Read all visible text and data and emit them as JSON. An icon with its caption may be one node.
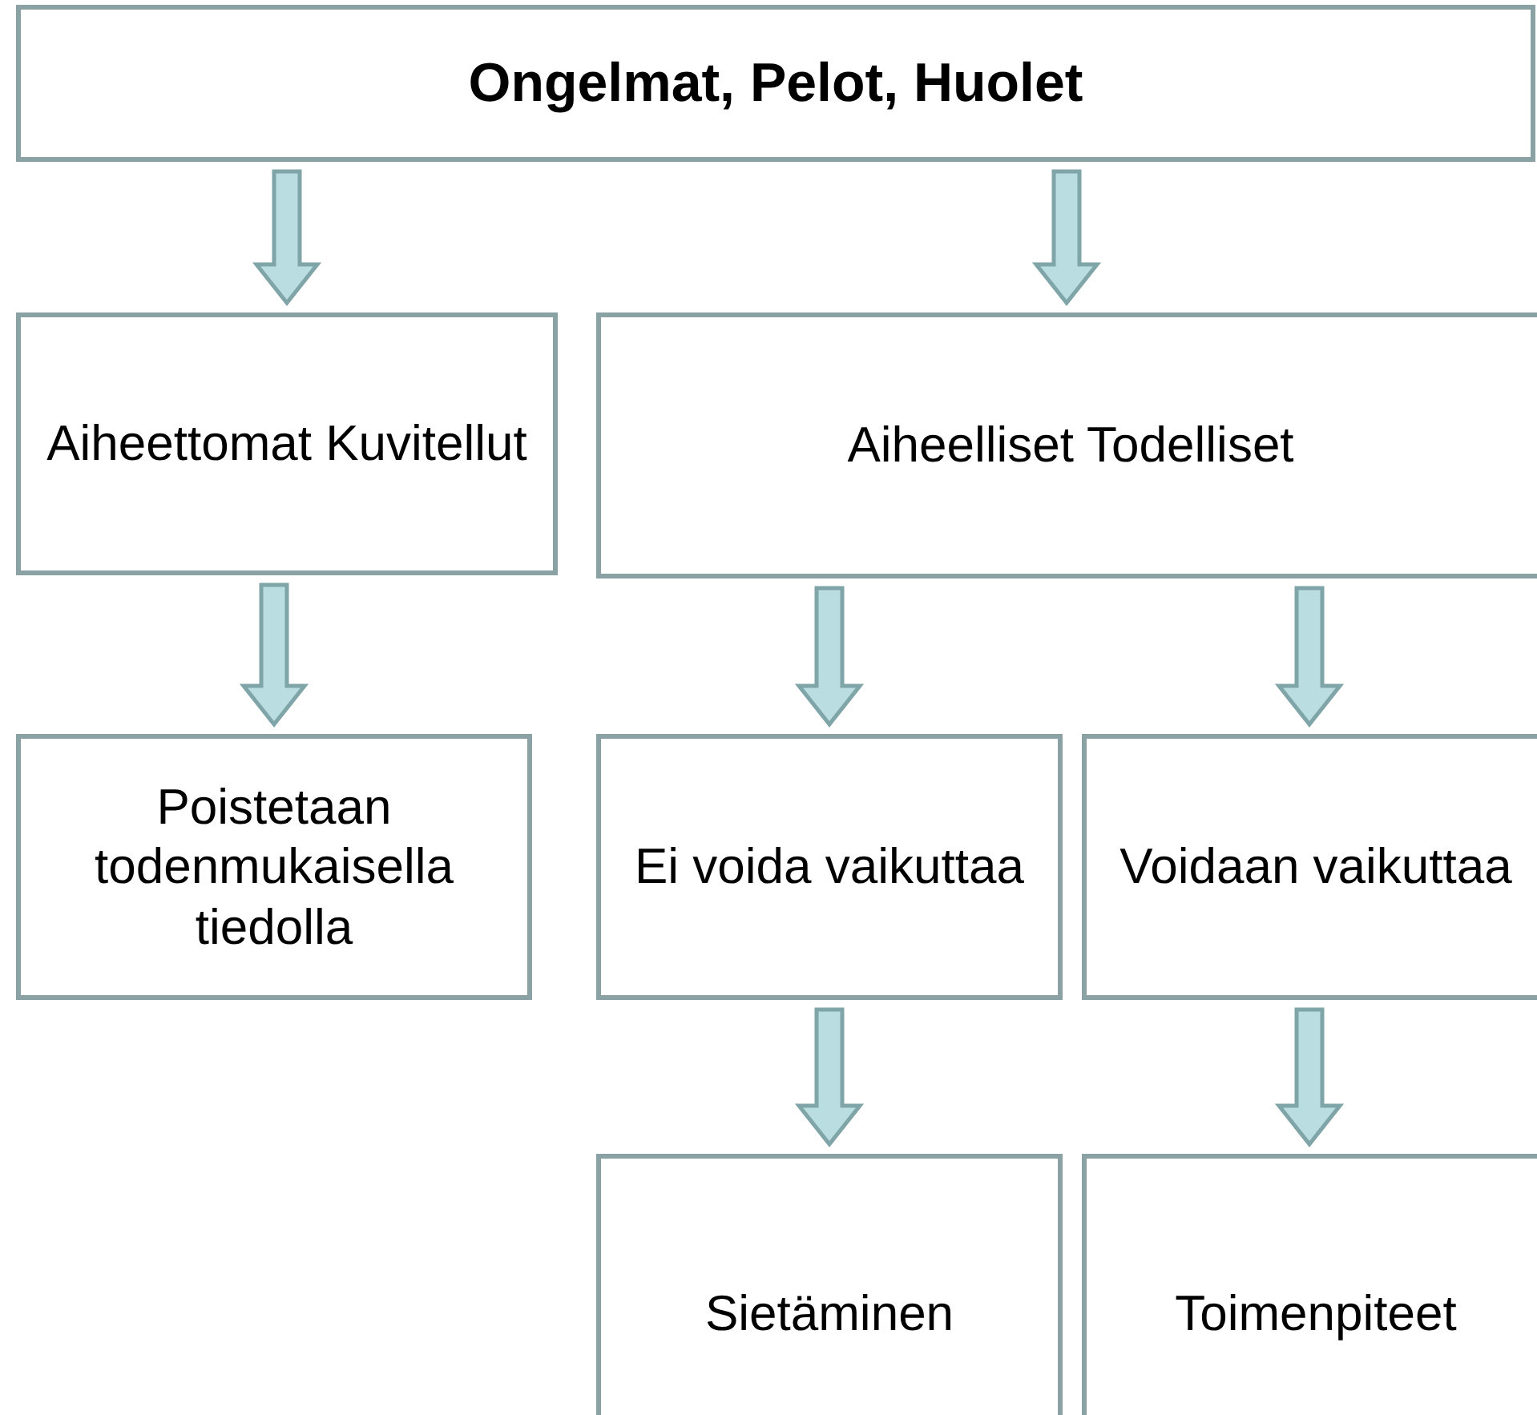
{
  "diagram": {
    "nodes": [
      {
        "text": [
          "Ongelmat, Pelot, Huolet"
        ]
      },
      {
        "text": [
          "Aiheettomat Kuvitellut"
        ]
      },
      {
        "text": [
          "Aiheelliset Todelliset"
        ]
      },
      {
        "text": [
          "Poistetaan todenmukaisella tiedolla"
        ]
      },
      {
        "text": [
          "Ei voida vaikuttaa"
        ]
      },
      {
        "text": [
          "Voidaan vaikuttaa"
        ]
      },
      {
        "text": [
          "Sietäminen"
        ]
      },
      {
        "text": [
          "Toimenpiteet"
        ]
      }
    ],
    "edges": [
      {
        "from": 0,
        "to": 1,
        "arrow": "to"
      },
      {
        "from": 0,
        "to": 2,
        "arrow": "to"
      },
      {
        "from": 1,
        "to": 3,
        "arrow": "to"
      },
      {
        "from": 2,
        "to": 4,
        "arrow": "to"
      },
      {
        "from": 2,
        "to": 5,
        "arrow": "to"
      },
      {
        "from": 4,
        "to": 6,
        "arrow": "to"
      },
      {
        "from": 5,
        "to": 7,
        "arrow": "to"
      }
    ]
  }
}
